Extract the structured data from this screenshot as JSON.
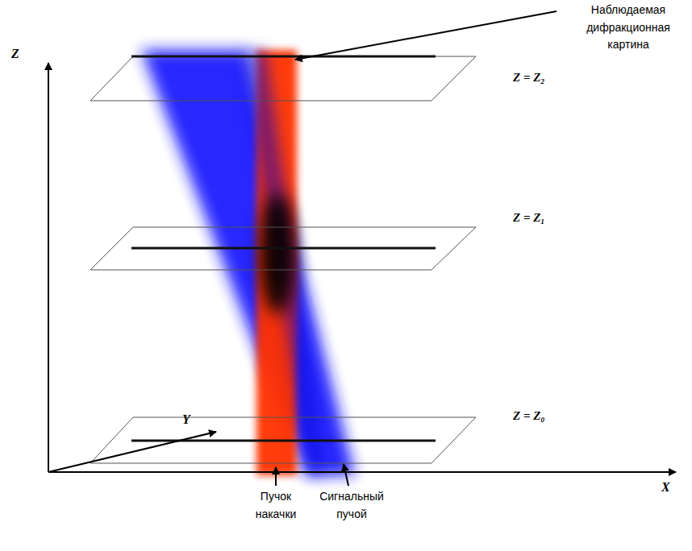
{
  "diagram": {
    "labels": [
      "Наблюдаемая дифракционная картина",
      "Z",
      "Z = Z₂",
      "Z = Z₁",
      "Y",
      "Z = Z₀",
      "X",
      "Пучок накачки",
      "Сигнальный пучой"
    ]
  }
}
